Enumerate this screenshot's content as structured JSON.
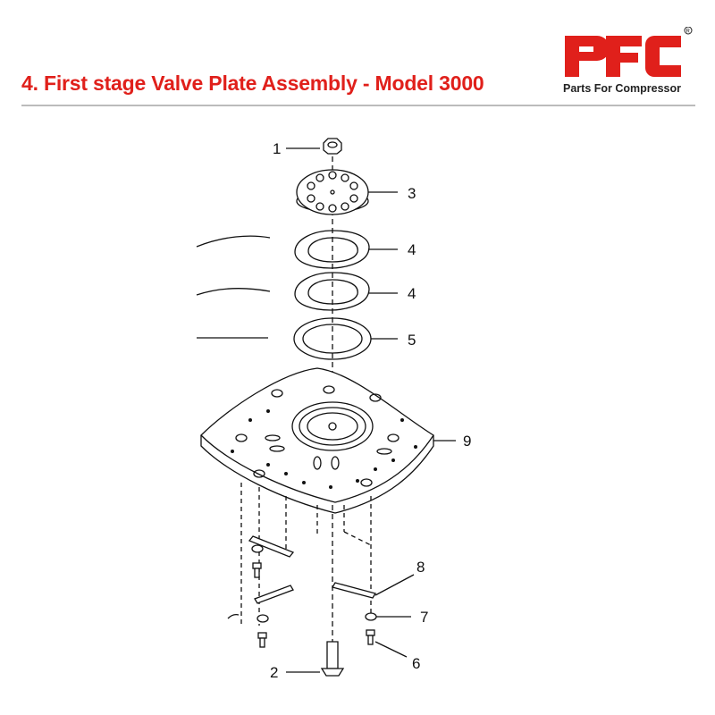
{
  "header": {
    "title": "4. First stage Valve Plate Assembly - Model 3000",
    "logo": {
      "letters": "PFC",
      "tagline": "Parts For Compressor",
      "registered": "®"
    }
  },
  "colors": {
    "brand_red": "#e0201b",
    "rule": "#bbbbbb",
    "line": "#111111"
  },
  "diagram": {
    "callouts": [
      "1",
      "3",
      "4",
      "4",
      "5",
      "9",
      "8",
      "7",
      "6",
      "2"
    ]
  }
}
